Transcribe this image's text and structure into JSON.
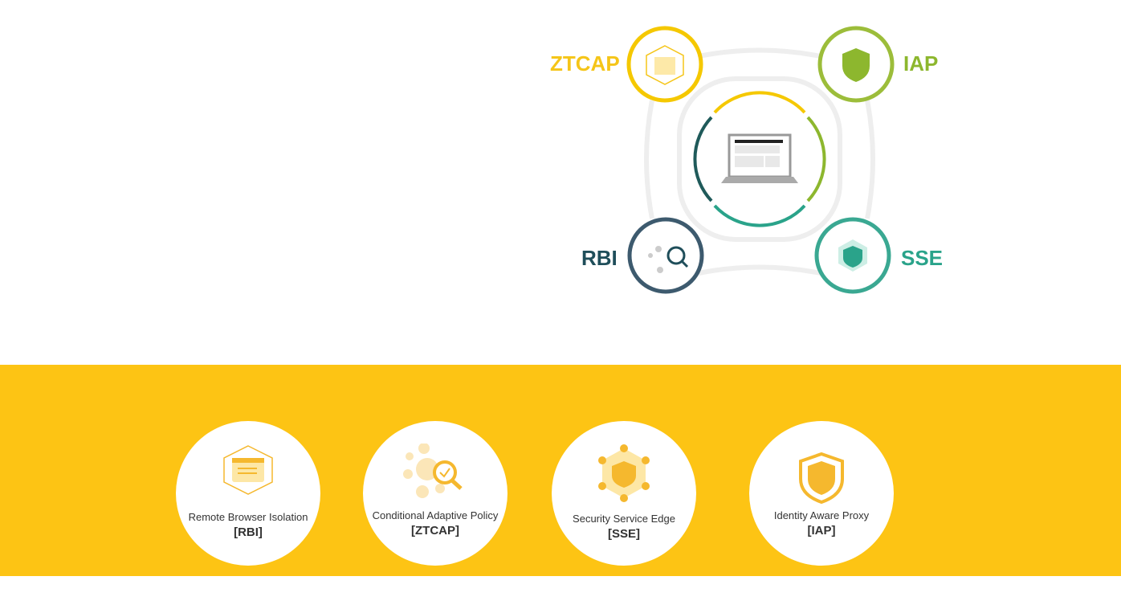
{
  "diagram": {
    "center": "laptop",
    "nodes": [
      {
        "label": "ZTCAP",
        "color": "#f5c518",
        "icon": "browser-box-icon"
      },
      {
        "label": "IAP",
        "color": "#8db72e",
        "icon": "shield-icon"
      },
      {
        "label": "RBI",
        "color": "#1f4e5a",
        "icon": "network-search-icon"
      },
      {
        "label": "SSE",
        "color": "#2aa38a",
        "icon": "shield-network-icon"
      }
    ]
  },
  "cards": [
    {
      "name": "Remote Browser Isolation",
      "abbr": "[RBI]"
    },
    {
      "name": "Conditional Adaptive Policy",
      "abbr": "[ZTCAP]"
    },
    {
      "name": "Security Service Edge",
      "abbr": "[SSE]"
    },
    {
      "name": "Identity Aware Proxy",
      "abbr": "[IAP]"
    }
  ],
  "colors": {
    "band": "#fdc414",
    "icon": "#f5b82e"
  }
}
